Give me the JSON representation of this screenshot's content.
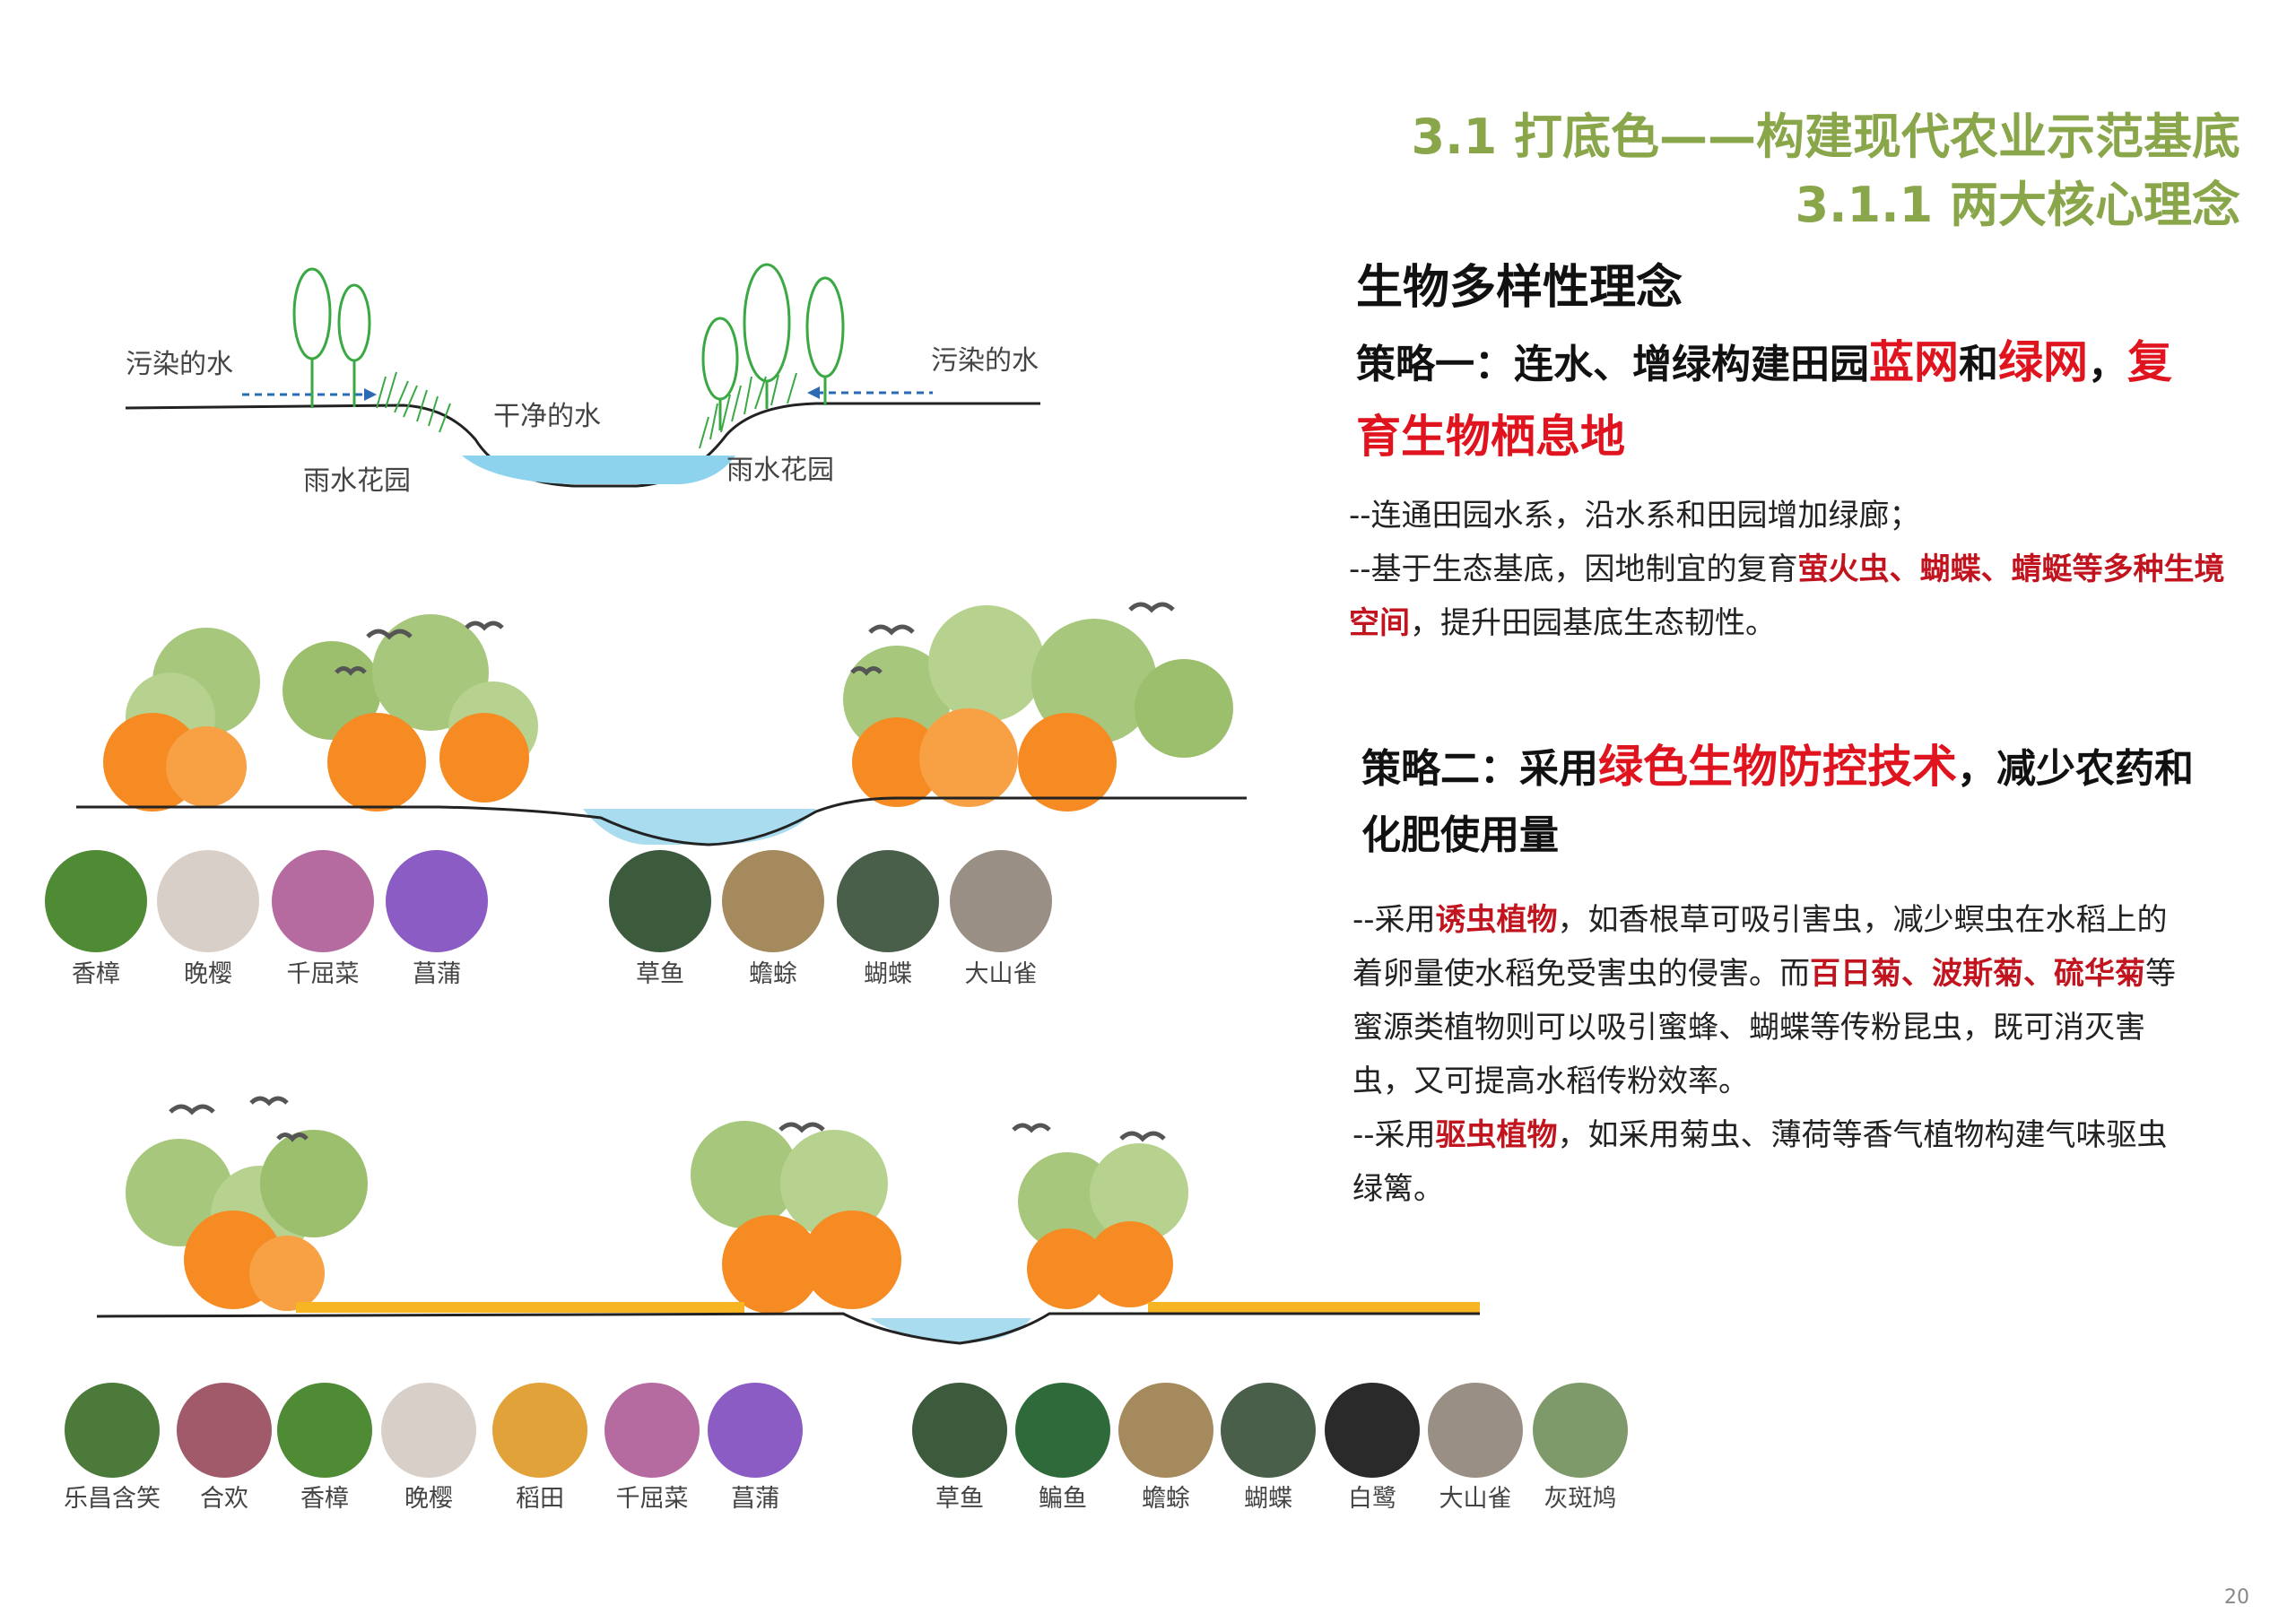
{
  "heading": {
    "title": "3.1 打底色——构建现代农业示范基底",
    "subtitle": "3.1.1 两大核心理念"
  },
  "concept_title": "生物多样性理念",
  "strategy1": {
    "prefix": "策略一：连水、增绿构建田园",
    "blue_net": "蓝网",
    "and": "和",
    "green_net": "绿网",
    "comma": "，",
    "restore": "复育生物栖息地",
    "line1": "--连通田园水系，沿水系和田园增加绿廊；",
    "line2_prefix": "--基于生态基底，因地制宜的复育",
    "line2_highlight": "萤火虫、蝴蝶、蜻蜓等多种生境空间",
    "line2_suffix": "，提升田园基底生态韧性。"
  },
  "strategy2": {
    "prefix": "策略二：采用",
    "highlight": "绿色生物防控技术",
    "suffix": "，减少农药和化肥使用量",
    "p1_prefix": "--采用",
    "p1_hl1": "诱虫植物",
    "p1_mid": "，如香根草可吸引害虫，减少螟虫在水稻上的着卵量使水稻免受害虫的侵害。而",
    "p1_hl2": "百日菊、波斯菊、硫华菊",
    "p1_suffix": "等蜜源类植物则可以吸引蜜蜂、蝴蝶等传粉昆虫，既可消灭害虫，又可提高水稻传粉效率。",
    "p2_prefix": "--采用",
    "p2_hl": "驱虫植物",
    "p2_suffix": "，如采用菊虫、薄荷等香气植物构建气味驱虫绿篱。"
  },
  "diagram1": {
    "polluted_left": "污染的水",
    "polluted_right": "污染的水",
    "clean_water": "干净的水",
    "rain_garden_left": "雨水花园",
    "rain_garden_right": "雨水花园"
  },
  "row1_plants": [
    "香樟",
    "晚樱",
    "千屈菜",
    "菖蒲"
  ],
  "row1_animals": [
    "草鱼",
    "蟾蜍",
    "蝴蝶",
    "大山雀"
  ],
  "row2_plants": [
    "乐昌含笑",
    "合欢",
    "香樟",
    "晚樱",
    "稻田",
    "千屈菜",
    "菖蒲"
  ],
  "row2_animals": [
    "草鱼",
    "鳊鱼",
    "蟾蜍",
    "蝴蝶",
    "白鹭",
    "大山雀",
    "灰斑鸠"
  ],
  "page_number": "20",
  "colors": {
    "heading": "#8aa64a",
    "highlight_red": "#e0141f",
    "water": "#8dd3ee",
    "tree_green": "#a6c77c",
    "tree_orange": "#f58b22"
  }
}
